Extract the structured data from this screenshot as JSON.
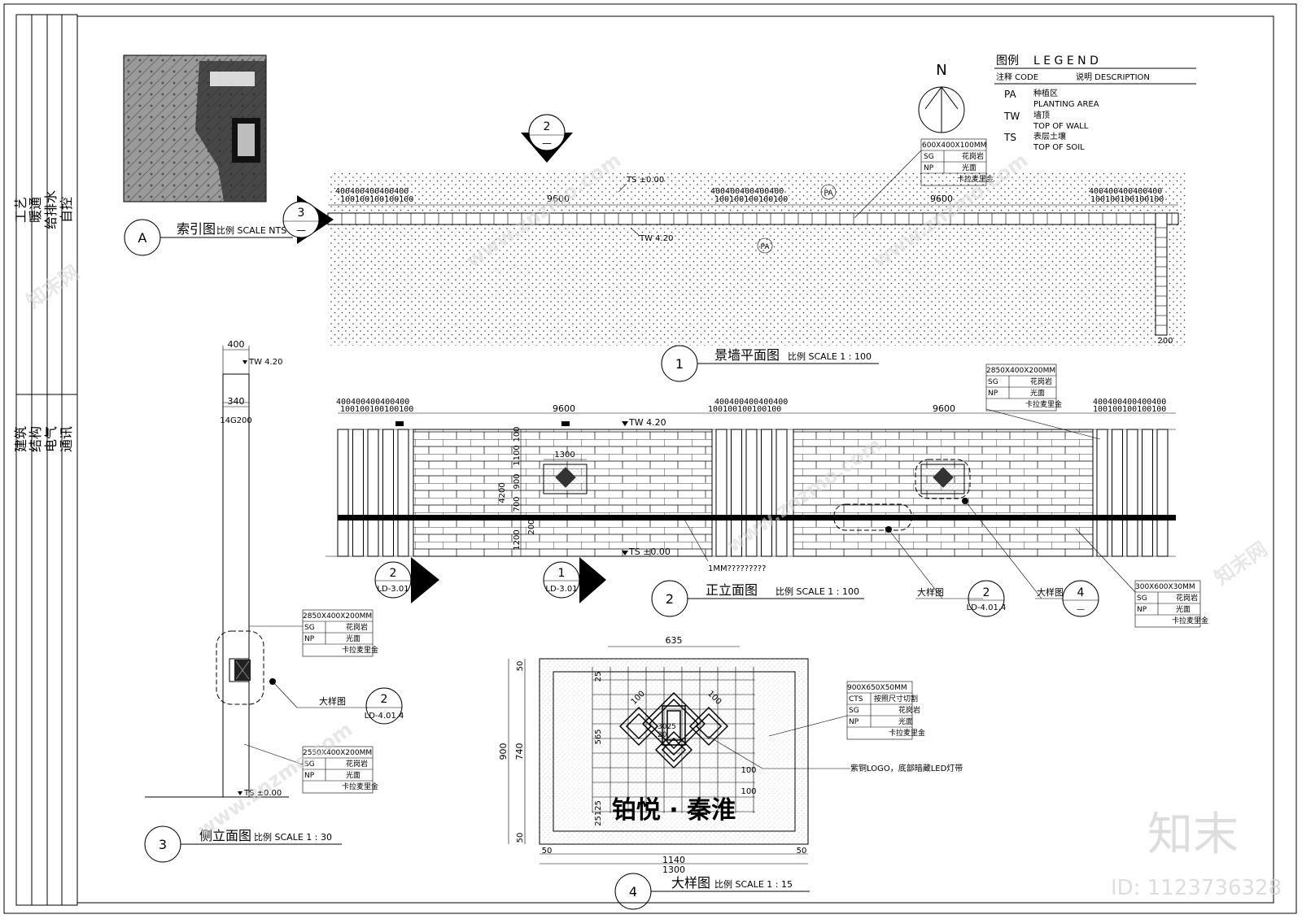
{
  "title_block": {
    "top_col1": "暖通",
    "top_col2": "给排水",
    "top_col3": "工艺",
    "top_col4": "自控",
    "bottom_col1": "建筑",
    "bottom_col2": "结构",
    "bottom_col3": "电气",
    "bottom_col4": "通讯"
  },
  "legend": {
    "title_cn": "图例",
    "title_en": "L E G E N D",
    "code_header": "注释 CODE",
    "desc_header": "说明 DESCRIPTION",
    "items": [
      {
        "code": "PA",
        "cn": "种植区",
        "en": "PLANTING AREA"
      },
      {
        "code": "TW",
        "cn": "墙顶",
        "en": "TOP OF WALL"
      },
      {
        "code": "TS",
        "cn": "表层土壤",
        "en": "TOP OF SOIL"
      }
    ]
  },
  "north": {
    "label": "N"
  },
  "index_map": {
    "marker": "A",
    "title": "索引图",
    "scale": "比例 SCALE NTS"
  },
  "plan": {
    "marker": "1",
    "title": "景墙平面图",
    "scale": "比例 SCALE 1 : 100",
    "dim_main_left": "9600",
    "dim_main_right": "9600",
    "dim_pier": "400400400400400",
    "dim_gap": "100100100100100",
    "ts_label": "TS ±0.00",
    "tw_label": "TW 4.20",
    "pa_tag": "PA",
    "side_dim": "200",
    "section_ref_top": "2",
    "section_ref_left": "3",
    "callout": {
      "size": "600X400X100MM",
      "r1": [
        "SG",
        "花岗岩"
      ],
      "r2": [
        "NP",
        "光面"
      ],
      "r3": "卡拉麦里金"
    }
  },
  "front": {
    "marker": "2",
    "title": "正立面图",
    "scale": "比例 SCALE 1 : 100",
    "tw_label": "TW 4.20",
    "ts_label": "TS ±0.00",
    "dim_main_left": "9600",
    "dim_main_right": "9600",
    "dim_pier": "400400400400400",
    "dim_gap": "100100100100100",
    "dim_logo": "1300",
    "vdims": [
      "1100",
      "100",
      "900",
      "700",
      "1200",
      "4200",
      "200"
    ],
    "strip_note": "1MM?????????",
    "sec1": {
      "num": "2",
      "ref": "LD-3.01"
    },
    "sec2": {
      "num": "1",
      "ref": "LD-3.01"
    },
    "detail_a": {
      "label": "大样图",
      "num": "2",
      "ref": "LD-4.01.4"
    },
    "detail_b": {
      "label": "大样图",
      "num": "4",
      "ref": "—"
    },
    "callout_top": {
      "size": "2850X400X200MM",
      "r1": [
        "SG",
        "花岗岩"
      ],
      "r2": [
        "NP",
        "光面"
      ],
      "r3": "卡拉麦里金"
    },
    "callout_bottom": {
      "size": "300X600X30MM",
      "r1": [
        "SG",
        "花岗岩"
      ],
      "r2": [
        "NP",
        "光面"
      ],
      "r3": "卡拉麦里金"
    }
  },
  "side": {
    "marker": "3",
    "title": "侧立面图",
    "scale": "比例 SCALE 1 : 30",
    "dim_400": "400",
    "dim_340": "340",
    "dim_14": "14G200",
    "tw_label": "TW 4.20",
    "ts_label": "TS ±0.00",
    "detail": {
      "label": "大样图",
      "num": "2",
      "ref": "LD-4.01.4"
    },
    "callout_top": {
      "size": "2850X400X200MM",
      "r1": [
        "SG",
        "花岗岩"
      ],
      "r2": [
        "NP",
        "光面"
      ],
      "r3": "卡拉麦里金"
    },
    "callout_bottom": {
      "size": "2550X400X200MM",
      "r1": [
        "SG",
        "花岗岩"
      ],
      "r2": [
        "NP",
        "光面"
      ],
      "r3": "卡拉麦里金"
    }
  },
  "detail": {
    "marker": "4",
    "title": "大样图",
    "scale": "比例 SCALE 1 : 15",
    "logo_text": "铂悦 · 秦淮",
    "dim_top": "635",
    "dim_bottom_inner": "1140",
    "dim_bottom_total": "1300",
    "dim_left_margin": "50",
    "dim_right_margin": "50",
    "dim_height": "900",
    "dim_v1": "50",
    "dim_v2": "740",
    "dim_v3": "50",
    "dim_565": "565",
    "dim_25_top": "25",
    "dim_25_bottom": "25125",
    "dim_100a": "100",
    "dim_100b": "100",
    "dim_100c": "100",
    "dim_100d": "100",
    "dim_center": "3025",
    "dim_center2": "20",
    "note_logo": "紫铜LOGO，底部暗藏LED灯带",
    "callout": {
      "size": "900X650X50MM",
      "r0": [
        "CTS",
        "按照尺寸切割"
      ],
      "r1": [
        "SG",
        "花岗岩"
      ],
      "r2": [
        "NP",
        "光面"
      ],
      "r3": "卡拉麦里金"
    }
  },
  "watermark": {
    "brand": "知末",
    "id": "ID: 1123736328",
    "url": "www.znzmo.com",
    "site": "知末网"
  }
}
